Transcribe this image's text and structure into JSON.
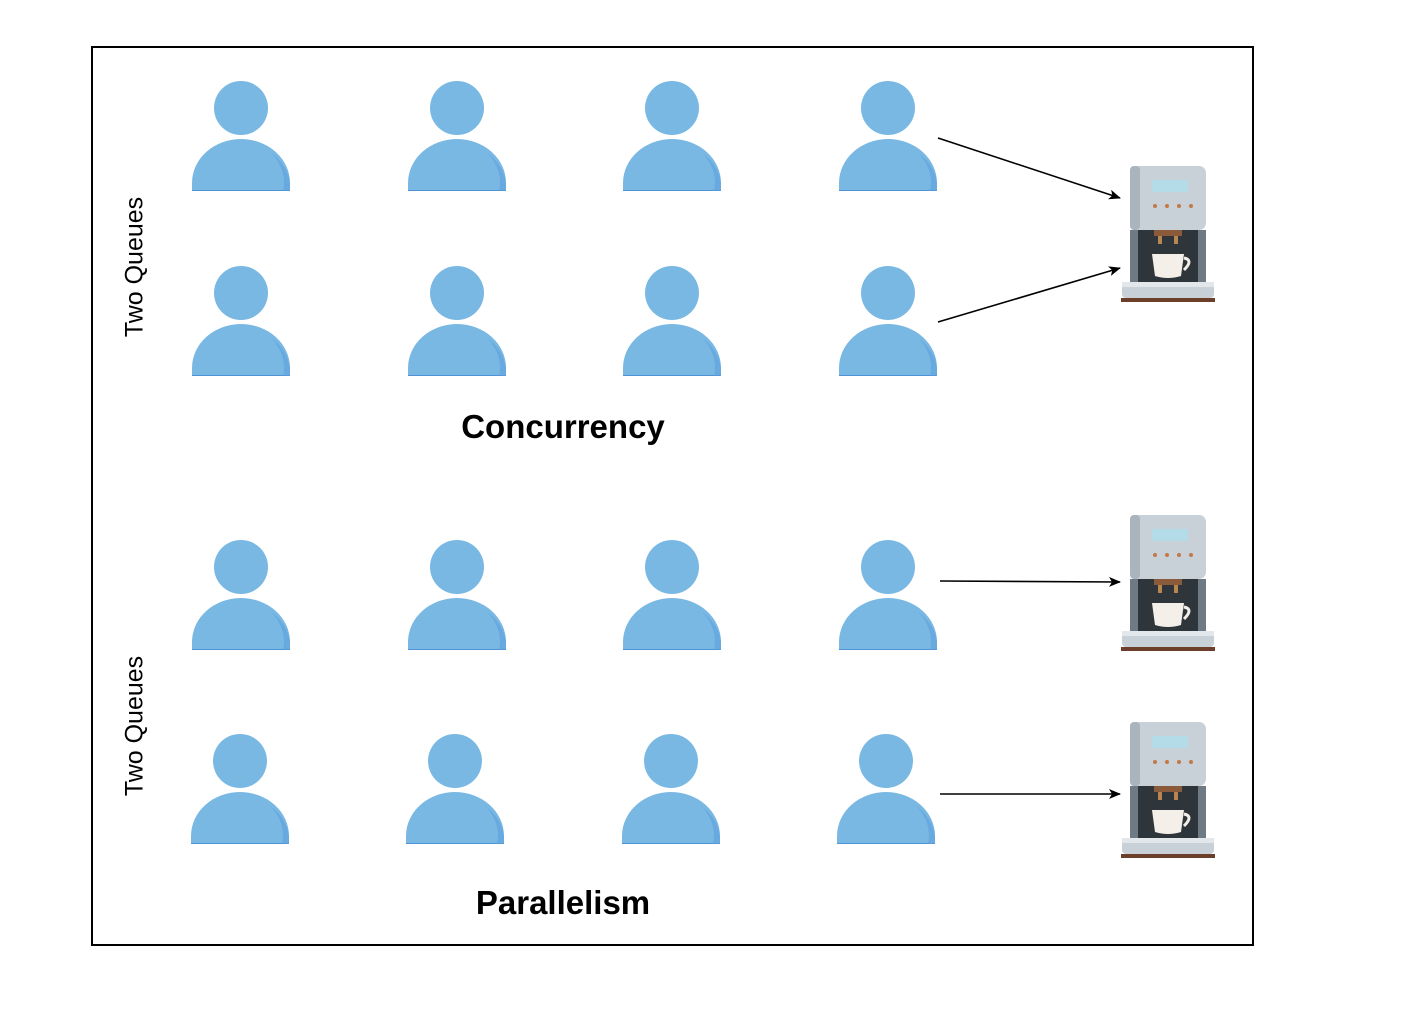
{
  "concurrency": {
    "title": "Concurrency",
    "queue_label": "Two Queues"
  },
  "parallelism": {
    "title": "Parallelism",
    "queue_label": "Two Queues"
  },
  "colors": {
    "person": "#7ab8e4",
    "person_shade": "#4f93d6",
    "border": "#000000"
  },
  "icons": {
    "person": "person-icon",
    "machine": "coffee-machine-icon"
  }
}
